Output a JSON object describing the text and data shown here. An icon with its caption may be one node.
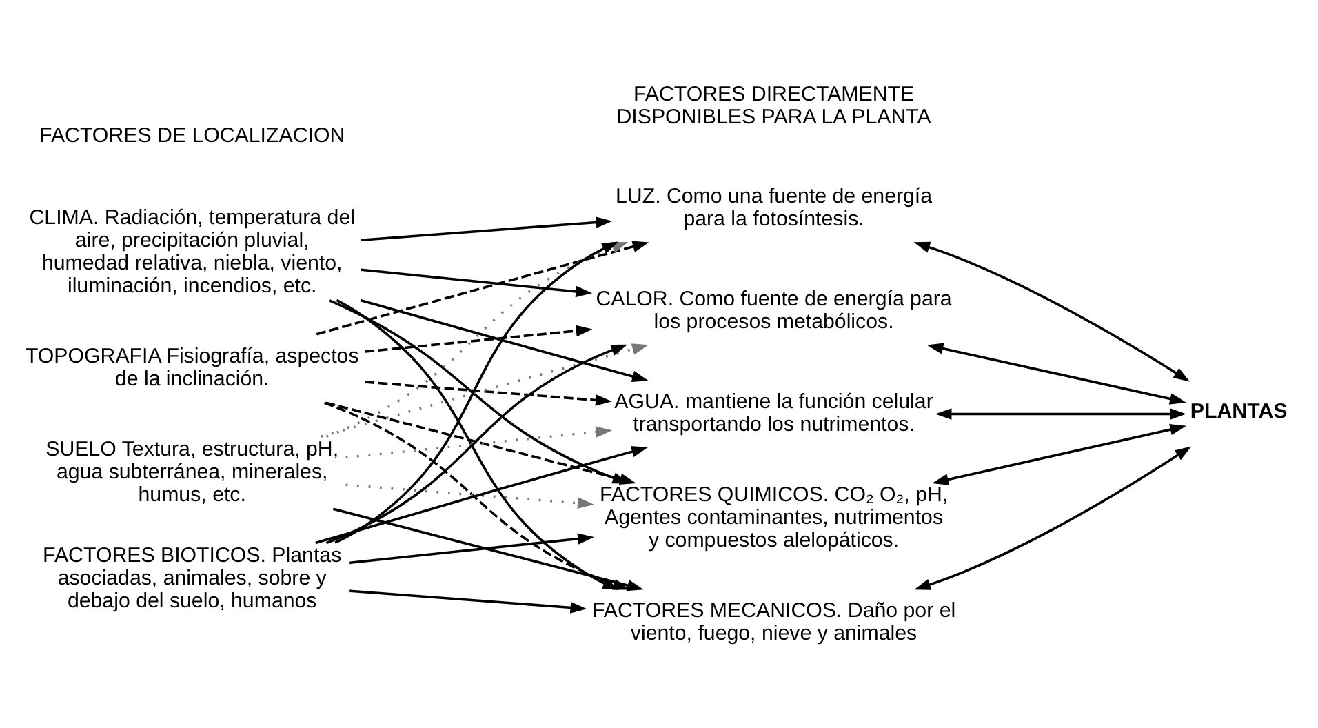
{
  "diagram": {
    "nodes": [
      {
        "text": [
          "CLIMA. Radiación, temperatura del aire, precipitación pluvial, humedad relativa, niebla, viento, iluminación, incendios, etc."
        ]
      },
      {
        "text": [
          "TOPOGRAFIA Fisiografía, aspectos de la inclinación."
        ]
      },
      {
        "text": [
          "SUELO Textura, estructura, pH, agua subterránea, minerales, humus, etc."
        ]
      },
      {
        "text": [
          "FACTORES BIOTICOS. Plantas asociadas, animales, sobre y debajo del suelo, humanos"
        ]
      },
      {
        "text": [
          "LUZ. Como una fuente de energía para la fotosíntesis."
        ]
      },
      {
        "text": [
          "CALOR. Como fuente de energía para los procesos metabólicos."
        ]
      },
      {
        "text": [
          "AGUA. mantiene la función celular transportando los nutrimentos."
        ]
      },
      {
        "text": [
          "FACTORES QUIMICOS. CO₂ O₂, pH, Agentes contaminantes, nutrimentos y compuestos alelopáticos."
        ]
      },
      {
        "text": [
          "FACTORES MECANICOS. Daño por el viento, fuego, nieve y animales"
        ]
      },
      {
        "text": [
          "PLANTAS"
        ]
      }
    ],
    "edges": [
      {
        "from": 0,
        "to": 4,
        "arrow": "to"
      },
      {
        "from": 0,
        "to": 5,
        "arrow": "to"
      },
      {
        "from": 0,
        "to": 6,
        "arrow": "to"
      },
      {
        "from": 0,
        "to": 7,
        "arrow": "to"
      },
      {
        "from": 0,
        "to": 8,
        "arrow": "to"
      },
      {
        "from": 1,
        "to": 4,
        "arrow": "to",
        "style": "dashed"
      },
      {
        "from": 1,
        "to": 5,
        "arrow": "to",
        "style": "dashed"
      },
      {
        "from": 1,
        "to": 6,
        "arrow": "to",
        "style": "dashed"
      },
      {
        "from": 1,
        "to": 7,
        "arrow": "to",
        "style": "dashed"
      },
      {
        "from": 1,
        "to": 8,
        "arrow": "to",
        "style": "dashed"
      },
      {
        "from": 2,
        "to": 4,
        "arrow": "to",
        "style": "dashed",
        "color": "#777777"
      },
      {
        "from": 2,
        "to": 5,
        "arrow": "to",
        "style": "dashed",
        "color": "#777777"
      },
      {
        "from": 2,
        "to": 6,
        "arrow": "to",
        "style": "dashed",
        "color": "#777777"
      },
      {
        "from": 2,
        "to": 7,
        "arrow": "to",
        "style": "dashed",
        "color": "#777777"
      },
      {
        "from": 2,
        "to": 8,
        "arrow": "to"
      },
      {
        "from": 3,
        "to": 4,
        "arrow": "to"
      },
      {
        "from": 3,
        "to": 5,
        "arrow": "to"
      },
      {
        "from": 3,
        "to": 6,
        "arrow": "to"
      },
      {
        "from": 3,
        "to": 7,
        "arrow": "to"
      },
      {
        "from": 3,
        "to": 8,
        "arrow": "to"
      },
      {
        "from": 4,
        "to": 9,
        "arrow": "both"
      },
      {
        "from": 5,
        "to": 9,
        "arrow": "both"
      },
      {
        "from": 6,
        "to": 9,
        "arrow": "both"
      },
      {
        "from": 7,
        "to": 9,
        "arrow": "both"
      },
      {
        "from": 8,
        "to": 9,
        "arrow": "both"
      }
    ],
    "labels": [
      "FACTORES DE LOCALIZACION",
      "FACTORES DIRECTAMENTE DISPONIBLES PARA LA PLANTA"
    ]
  }
}
